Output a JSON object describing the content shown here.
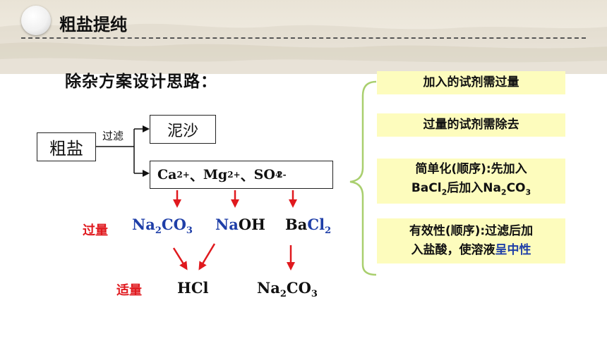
{
  "slide": {
    "title": "粗盐提纯",
    "subtitle": "除杂方案设计思路："
  },
  "flow": {
    "crude_salt": "粗盐",
    "filter_label": "过滤",
    "sand": "泥沙",
    "ions": {
      "ca": "Ca",
      "ca_charge": "2+",
      "sep1": "、",
      "mg": "Mg",
      "mg_charge": "2+",
      "sep2": "、",
      "so": "SO",
      "so_sub": "4",
      "so_charge": "2-"
    }
  },
  "reagents": {
    "excess_label": "过量",
    "moderate_label": "适量",
    "na2co3": {
      "na": "Na",
      "na_sub": "2",
      "co": "CO",
      "co_sub": "3"
    },
    "naoh": {
      "na": "Na",
      "oh": "OH"
    },
    "bacl2": {
      "ba": "Ba",
      "cl": "Cl",
      "cl_sub": "2"
    },
    "hcl": "HCl",
    "na2co3_b": {
      "na": "Na",
      "na_sub": "2",
      "co": "CO",
      "co_sub": "3"
    }
  },
  "principles": {
    "p1": "加入的试剂需过量",
    "p2": "过量的试剂需除去",
    "p3_line1": "简单化(顺序):先加入",
    "p3_ba": "BaCl",
    "p3_ba_sub": "2",
    "p3_mid": "后加入Na",
    "p3_na_sub": "2",
    "p3_co": "CO",
    "p3_co_sub": "3",
    "p4_line1": "有效性(顺序):过滤后加",
    "p4_line2a": "入盐酸，使溶液",
    "p4_highlight": "呈中性"
  },
  "colors": {
    "red": "#e0191e",
    "blue": "#1f3fa8",
    "green": "#a9cf6e",
    "yellow": "#fdfcbd"
  }
}
